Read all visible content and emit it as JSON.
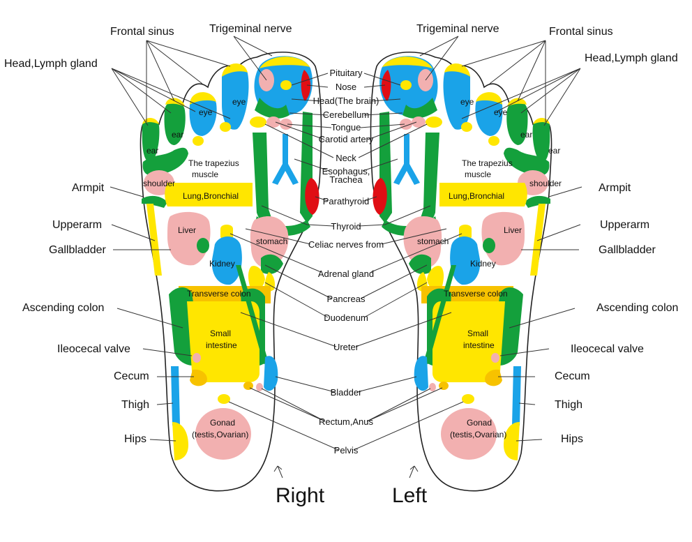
{
  "feet": {
    "right": "Right",
    "left": "Left"
  },
  "labels": {
    "frontal_sinus": "Frontal sinus",
    "trigeminal_nerve": "Trigeminal nerve",
    "head_lymph_gland": "Head,Lymph gland",
    "armpit": "Armpit",
    "upperarm": "Upperarm",
    "gallbladder": "Gallbladder",
    "ascending_colon": "Ascending colon",
    "ileocecal_valve": "Ileocecal valve",
    "cecum": "Cecum",
    "thigh": "Thigh",
    "hips": "Hips"
  },
  "center_labels": {
    "pituitary": "Pituitary",
    "nose": "Nose",
    "head_brain": "Head(The brain)",
    "cerebellum": "Cerebellum",
    "tongue": "Tongue",
    "carotid_artery": "Carotid artery",
    "neck": "Neck",
    "esophagus": "Esophagus,",
    "trachea": "Trachea",
    "parathyroid": "Parathyroid",
    "thyroid": "Thyroid",
    "celiac": "Celiac nerves from",
    "adrenal": "Adrenal gland",
    "pancreas": "Pancreas",
    "duodenum": "Duodenum",
    "ureter": "Ureter",
    "bladder": "Bladder",
    "rectum_anus": "Rectum,Anus",
    "pelvis": "Pelvis"
  },
  "inner_labels": {
    "eye": "eye",
    "ear": "ear",
    "trapezius_1": "The trapezius",
    "trapezius_2": "muscle",
    "shoulder": "shoulder",
    "lung": "Lung,Bronchial",
    "liver": "Liver",
    "stomach": "stomach",
    "kidney": "Kidney",
    "transverse_colon": "Transverse colon",
    "small_1": "Small",
    "small_2": "intestine",
    "gonad_1": "Gonad",
    "gonad_2": "(testis,Ovarian)"
  },
  "colors": {
    "yellow": "#ffe600",
    "blue": "#1aa3e8",
    "green": "#14a03c",
    "pink": "#f2b0b0",
    "red": "#e00e14",
    "orange": "#f7c200"
  }
}
